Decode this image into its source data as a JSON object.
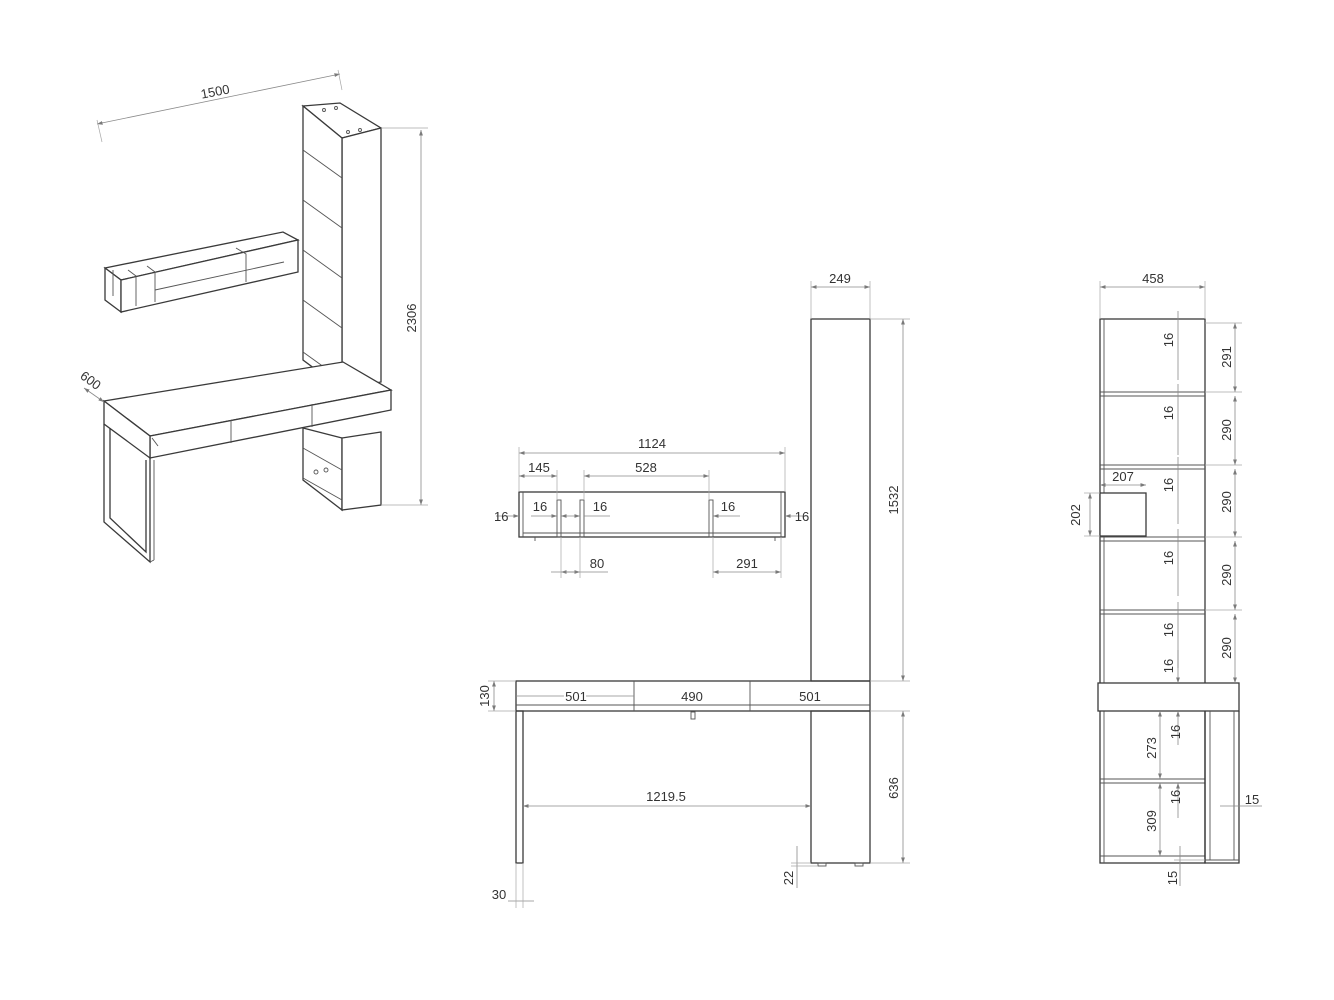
{
  "colors": {
    "line": "#3a3a3a",
    "dimension": "#8a8a8a",
    "text": "#333333",
    "background": "#ffffff"
  },
  "isometric": {
    "width": "1500",
    "height": "2306",
    "depth": "600"
  },
  "shelf_front": {
    "total": "1124",
    "left_offset": "145",
    "middle_span": "528",
    "t_left_end": "16",
    "t_div1": "16",
    "t_div2": "16",
    "t_div3": "16",
    "t_right_end": "16",
    "gap": "80",
    "right_bay": "291"
  },
  "desk_front": {
    "tower_width": "249",
    "tower_upper": "1532",
    "apron": "130",
    "drawer_left": "501",
    "drawer_mid": "490",
    "drawer_right": "501",
    "clear_span": "1219.5",
    "leg_height": "636",
    "leg_width": "30",
    "foot": "22"
  },
  "tower_side": {
    "depth": "458",
    "shelf_t1": "16",
    "shelf_t2": "16",
    "shelf_t3": "16",
    "shelf_t4": "16",
    "shelf_t5": "16",
    "shelf_t6": "16",
    "shelf_t7": "16",
    "shelf_t8": "16",
    "bay1": "291",
    "bay2": "290",
    "bay3": "290",
    "bay4": "290",
    "bay5": "290",
    "cutout_w": "207",
    "cutout_h": "202",
    "lower1": "273",
    "lower2": "309",
    "plinth": "15",
    "back_gap": "15"
  }
}
